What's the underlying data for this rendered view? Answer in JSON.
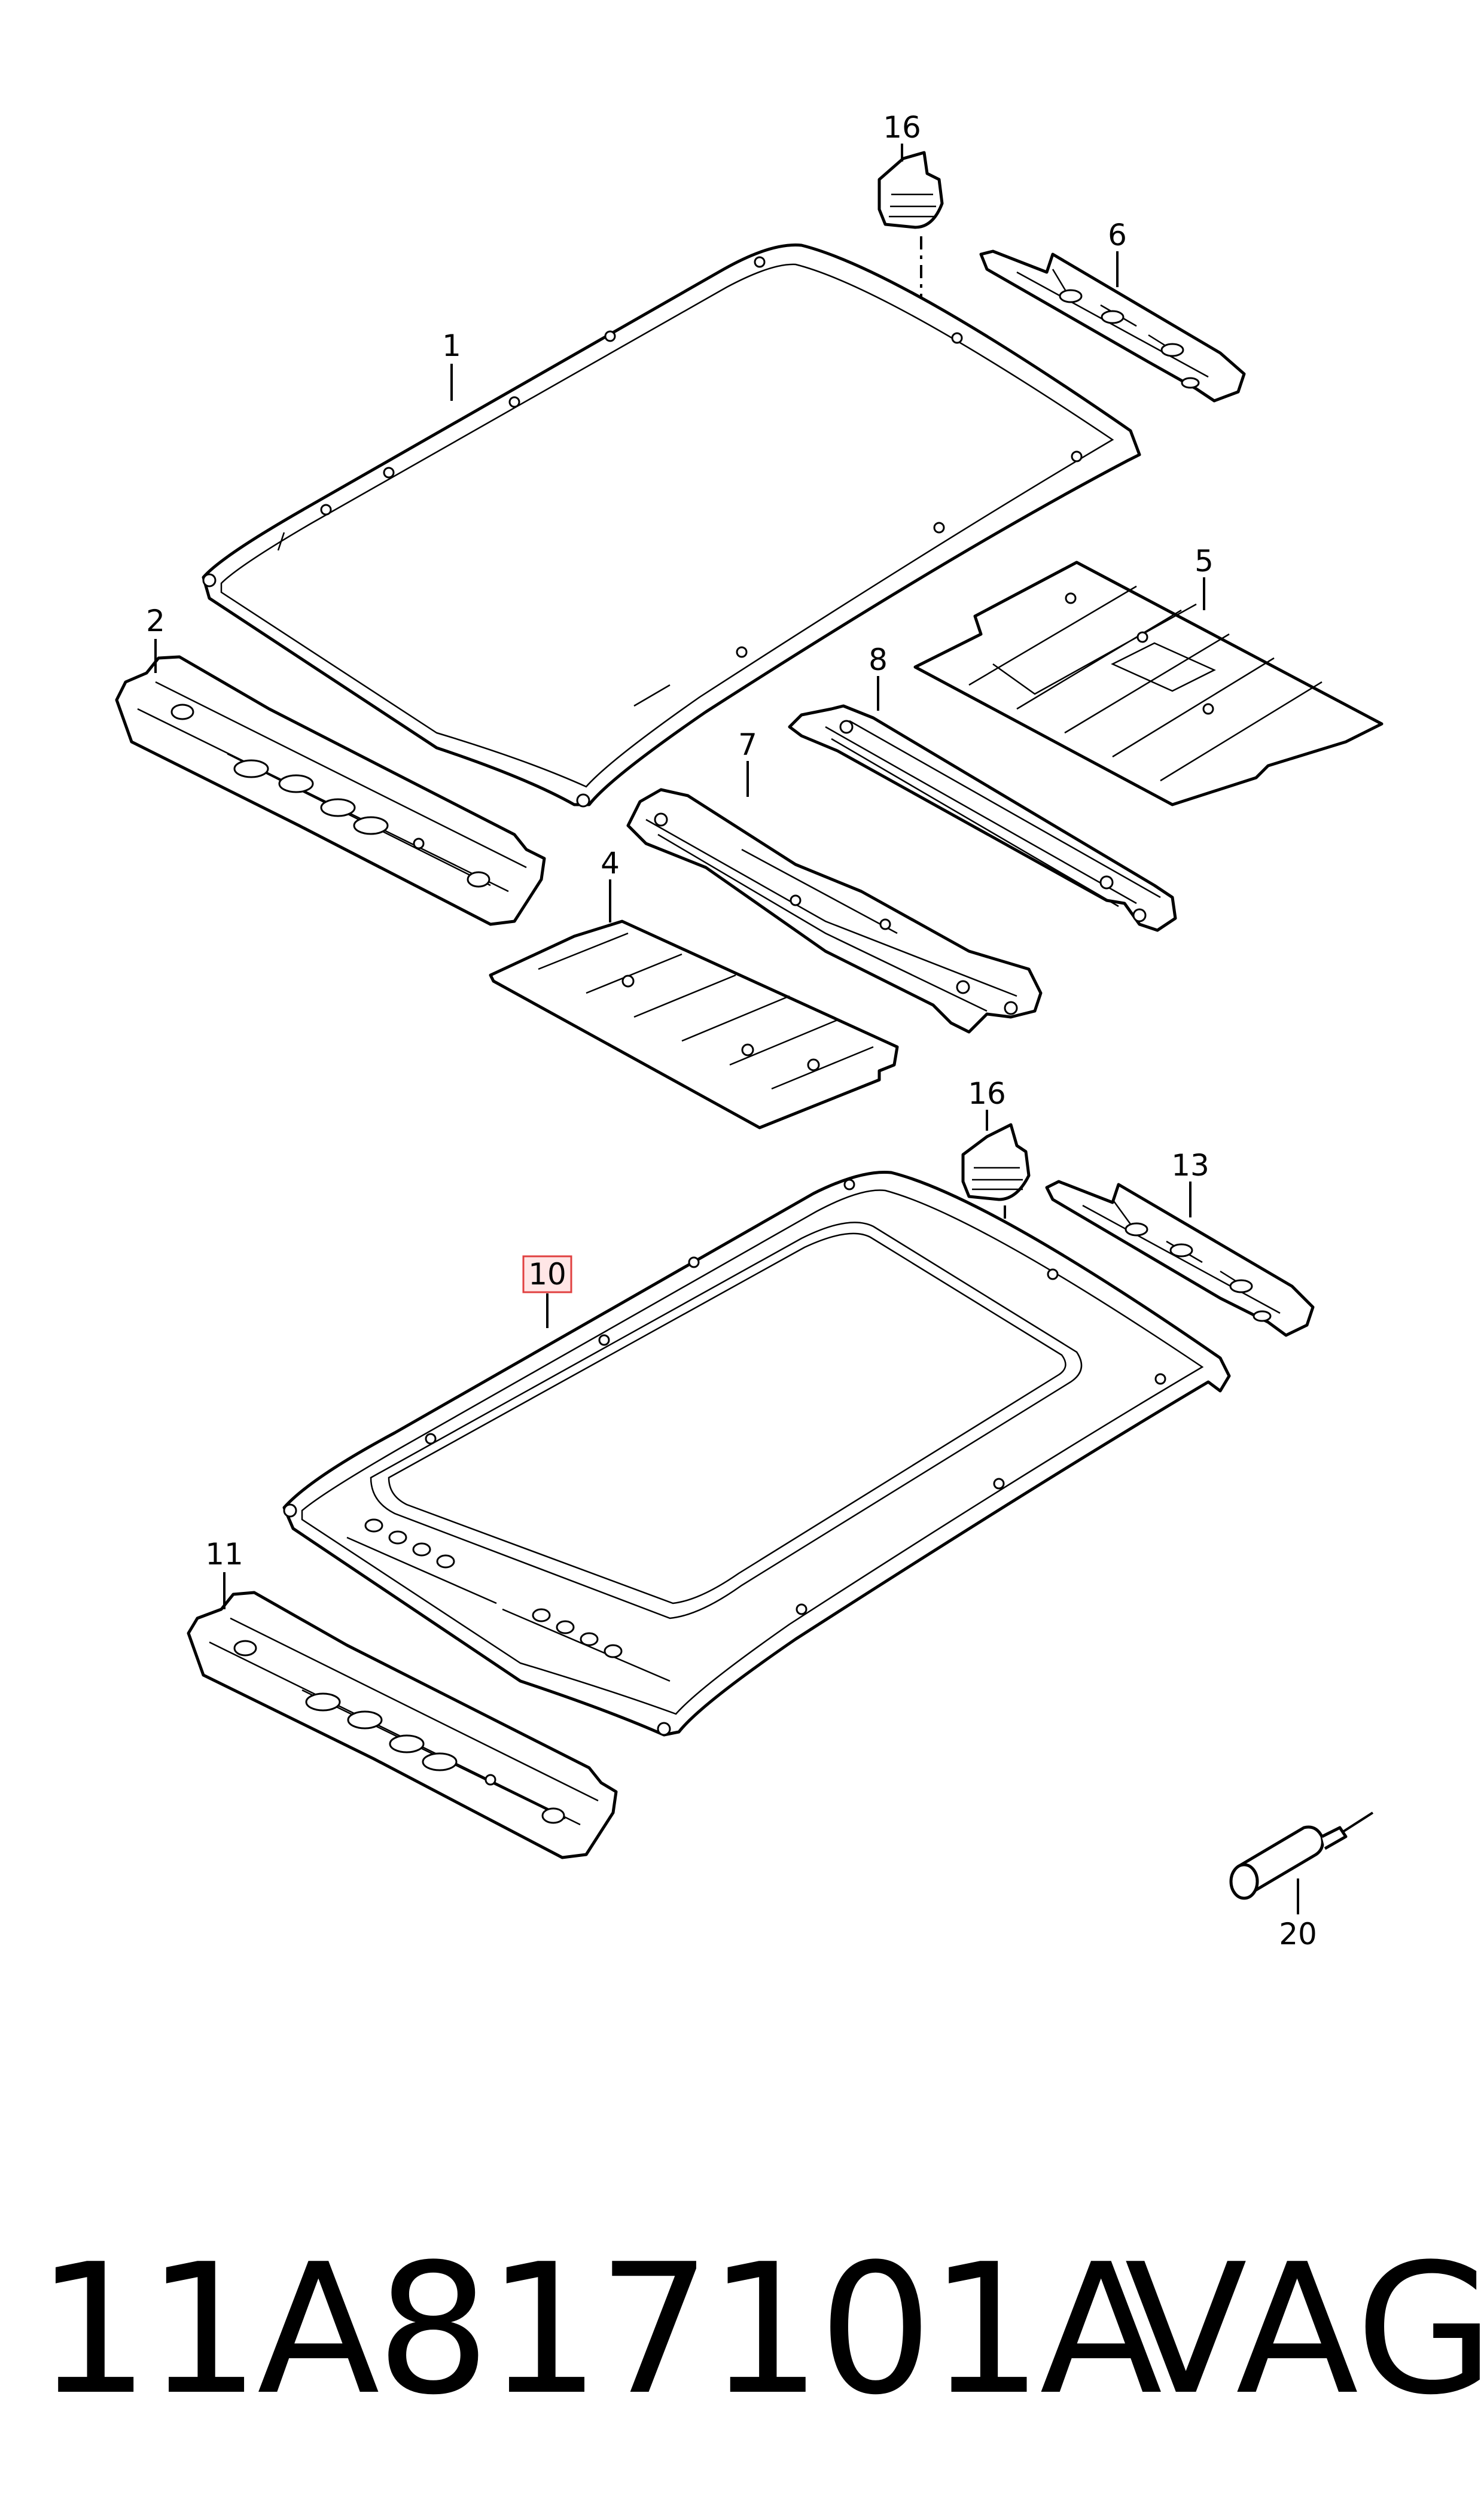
{
  "callouts": {
    "c1": "1",
    "c2": "2",
    "c4": "4",
    "c5": "5",
    "c6": "6",
    "c7": "7",
    "c8": "8",
    "c10": "10",
    "c11": "11",
    "c13": "13",
    "c16a": "16",
    "c16b": "16",
    "c20": "20"
  },
  "footer": {
    "part_number": "11A817101A",
    "brand": "VAG"
  },
  "colors": {
    "highlight_fill": "#ffe6e6",
    "highlight_stroke": "#e04040",
    "line": "#000000"
  }
}
